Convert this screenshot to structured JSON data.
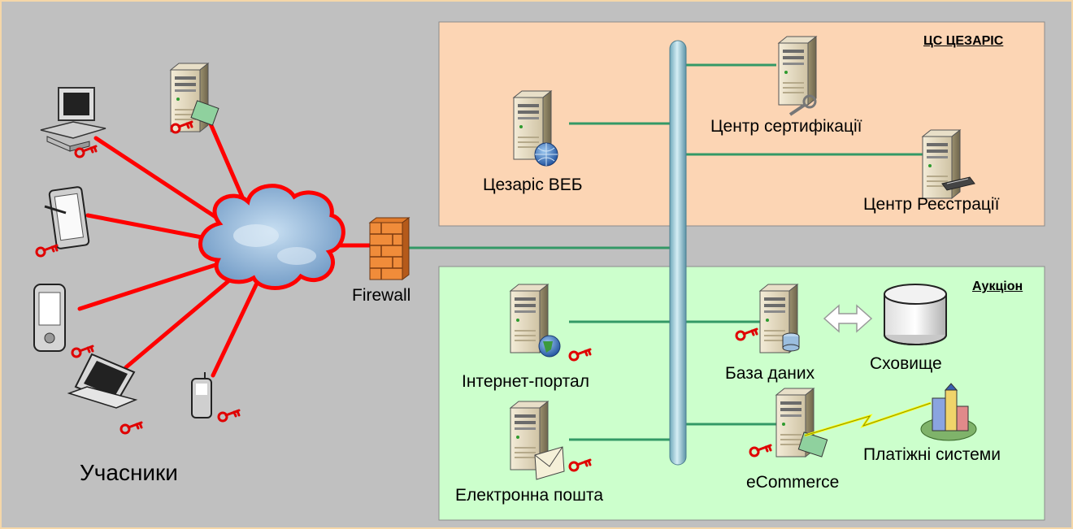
{
  "zones": {
    "ca_title": "ЦС ЦЕЗАРІС",
    "auction_title": "Аукціон"
  },
  "labels": {
    "web": "Цезаріс ВЕБ",
    "cert_center": "Центр сертифікації",
    "reg_center": "Центр Реєстрації",
    "firewall": "Firewall",
    "portal": "Інтернет-портал",
    "mail": "Електронна пошта",
    "database": "База даних",
    "storage": "Сховище",
    "ecommerce": "eCommerce",
    "payments": "Платіжні системи",
    "participants": "Учасники"
  },
  "colors": {
    "background": "#c0c0c0",
    "ca_zone": "#fcd5b4",
    "auction_zone": "#ccffcc",
    "red_link": "#ff0000",
    "green_link": "#339966",
    "bus": "#9ec9d6"
  }
}
